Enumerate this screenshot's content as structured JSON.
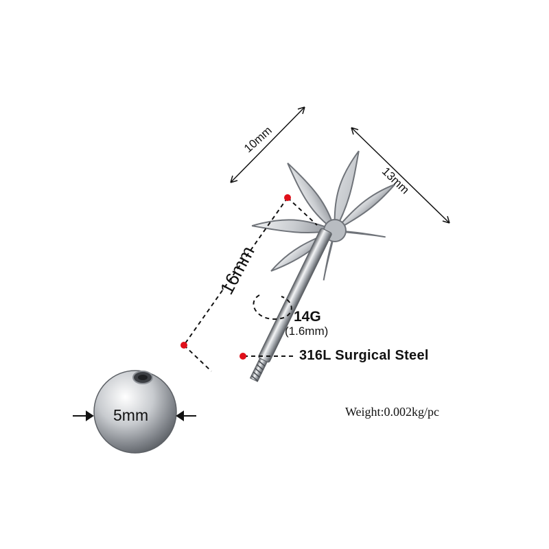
{
  "dimensions": {
    "top_width": "10mm",
    "top_length": "13mm",
    "bar_length": "16mm",
    "gauge": "14G",
    "gauge_mm": "(1.6mm)",
    "ball_diameter": "5mm"
  },
  "material": "316L Surgical Steel",
  "weight": "Weight:0.002kg/pc",
  "colors": {
    "steel_light": "#e4e6e8",
    "steel_dark": "#6f7379",
    "marker_dot": "#e0101a",
    "text": "#111111"
  }
}
